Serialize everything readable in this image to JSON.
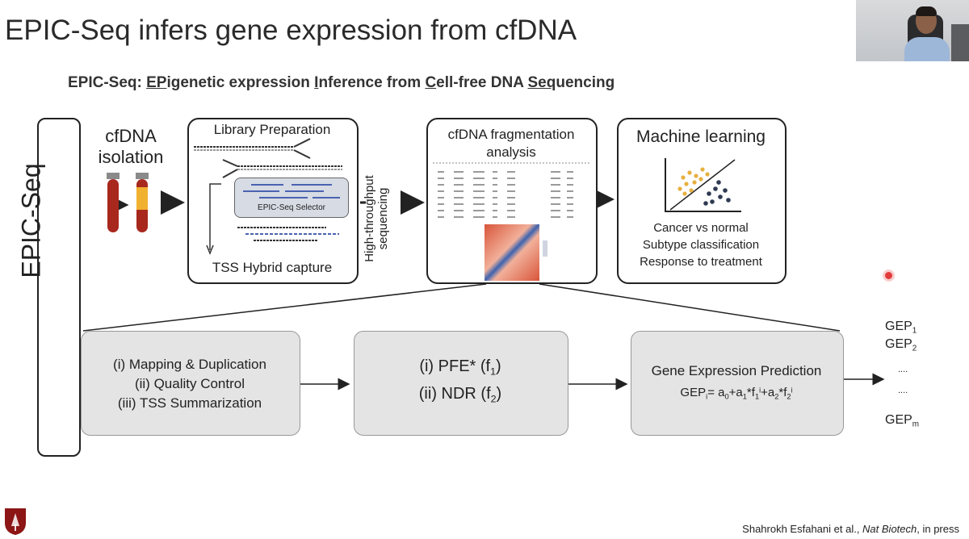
{
  "slide": {
    "title": "EPIC-Seq infers gene expression from cfDNA",
    "subtitle_parts": [
      {
        "text": "EPIC-Seq: ",
        "u": false
      },
      {
        "text": "EP",
        "u": true
      },
      {
        "text": "igenetic expression ",
        "u": false
      },
      {
        "text": "I",
        "u": true
      },
      {
        "text": "nference from ",
        "u": false
      },
      {
        "text": "C",
        "u": true
      },
      {
        "text": "ell-free DNA ",
        "u": false
      },
      {
        "text": "Seq",
        "u": true
      },
      {
        "text": "uencing",
        "u": false
      }
    ],
    "side_label": "EPIC-Seq",
    "citation_author": "Shahrokh Esfahani et al., ",
    "citation_journal": "Nat Biotech",
    "citation_status": ", in press"
  },
  "top_row": {
    "isolation_line1": "cfDNA",
    "isolation_line2": "isolation",
    "library_title": "Library Preparation",
    "selector_label": "EPIC-Seq Selector",
    "capture_label": "TSS Hybrid capture",
    "sequencing_line1": "High-throughput",
    "sequencing_line2": "sequencing",
    "fragmentation_line1": "cfDNA fragmentation",
    "fragmentation_line2": "analysis",
    "ml_title": "Machine learning",
    "ml_items": [
      "Cancer vs normal",
      "Subtype classification",
      "Response to treatment"
    ]
  },
  "bottom_row": {
    "step1": [
      "(i) Mapping & Duplication",
      "(ii) Quality Control",
      "(iii) TSS Summarization"
    ],
    "step2_line1_pre": "(i) PFE* (f",
    "step2_line1_sub": "1",
    "step2_line2_pre": "(ii) NDR (f",
    "step2_line2_sub": "2",
    "close_paren": ")",
    "step3_title": "Gene Expression Prediction",
    "formula": {
      "gep": "GEP",
      "i": "i",
      "eq": "= a",
      "s0": "0",
      "plus": "+a",
      "s1": "1",
      "star": "*f",
      "s2": "2"
    },
    "outputs": {
      "gep": "GEP",
      "s1": "1",
      "s2": "2",
      "sm": "m",
      "dots": "...."
    }
  },
  "colors": {
    "tube_red": "#a8281e",
    "tube_yellow": "#f0b030",
    "heatmap_red": "#d8553a",
    "heatmap_blue": "#3c63b0",
    "dots_yellow": "#e8b040",
    "dots_navy": "#2f3a52",
    "pointer_red": "#e23b3b"
  },
  "icons": [
    "blood-tube-icon",
    "scatter-plot-icon",
    "heatmap-icon",
    "university-shield-icon"
  ]
}
